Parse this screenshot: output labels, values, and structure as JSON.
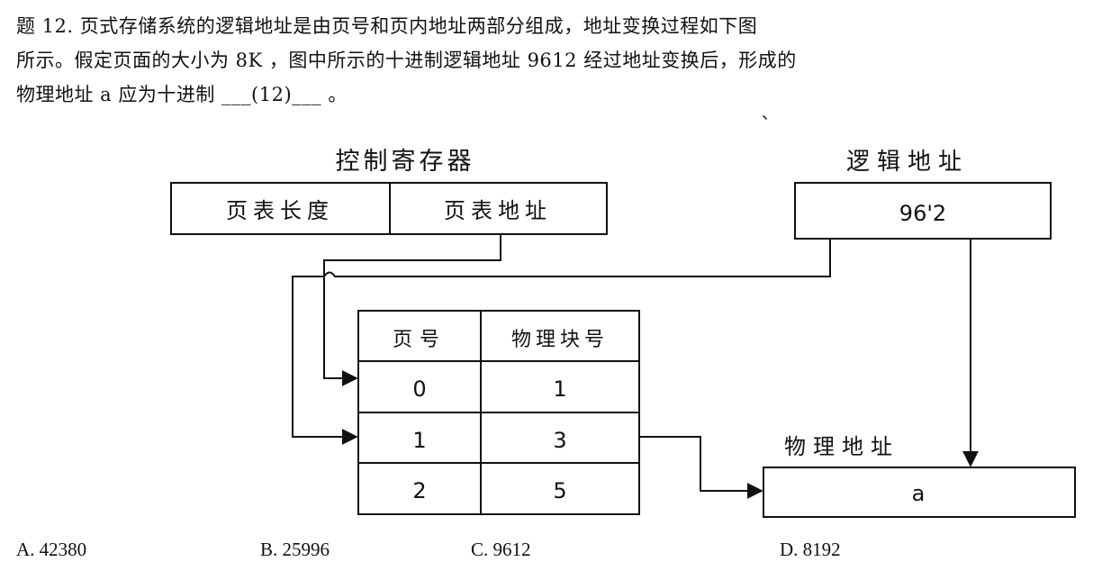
{
  "question": {
    "line1": "题 12. 页式存储系统的逻辑地址是由页号和页内地址两部分组成，地址变换过程如下图",
    "line2": "所示。假定页面的大小为 8K ，图中所示的十进制逻辑地址 9612 经过地址变换后，形成的",
    "line3": "物理地址 a 应为十进制 ___(12)___ 。",
    "stray_mark": "、"
  },
  "diagram": {
    "control_register_title": "控制寄存器",
    "page_table_length": "页表长度",
    "page_table_address": "页表地址",
    "logical_address_title": "逻辑地址",
    "logical_address_value": "96'2",
    "table_headers": [
      "页号",
      "物理块号"
    ],
    "table_rows": [
      {
        "page": "0",
        "block": "1"
      },
      {
        "page": "1",
        "block": "3"
      },
      {
        "page": "2",
        "block": "5"
      }
    ],
    "physical_address_title": "物理地址",
    "physical_address_value": "a"
  },
  "options": {
    "a": "A. 42380",
    "b": "B. 25996",
    "c": "C. 9612",
    "d": "D. 8192"
  },
  "colors": {
    "ink": "#111111",
    "background": "#ffffff"
  }
}
